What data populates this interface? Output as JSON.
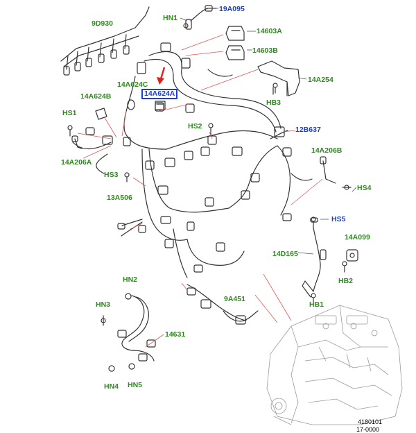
{
  "labels": {
    "9D930": "9D930",
    "HN1": "HN1",
    "19A095": "19A095",
    "14603A": "14603A",
    "14603B": "14603B",
    "14A254": "14A254",
    "HB3": "HB3",
    "14A624C": "14A624C",
    "14A624A": "14A624A",
    "14A624B": "14A624B",
    "HS1": "HS1",
    "HS2": "HS2",
    "12B637": "12B637",
    "14A206A": "14A206A",
    "14A206B": "14A206B",
    "HS3": "HS3",
    "HS4": "HS4",
    "13A506": "13A506",
    "HS5": "HS5",
    "14A099": "14A099",
    "14D165": "14D165",
    "HB2": "HB2",
    "HB1": "HB1",
    "HN2": "HN2",
    "HN3": "HN3",
    "9A451": "9A451",
    "14631": "14631",
    "HN4": "HN4",
    "HN5": "HN5"
  },
  "reference": {
    "line1": "4180101",
    "line2": "17-0000"
  },
  "colors": {
    "part_label": "#2e8b1e",
    "fastener_label": "#1c3fd0",
    "highlight_box": "#1c3fd0",
    "pointer_arrow": "#e0211b",
    "leader_line": "#e25555"
  }
}
